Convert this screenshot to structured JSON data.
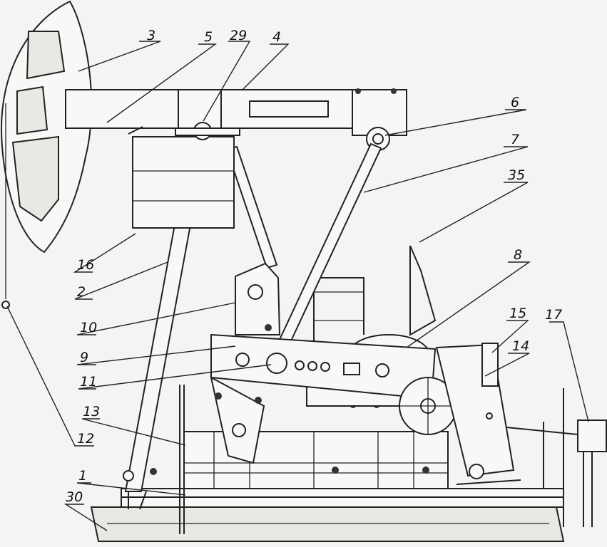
{
  "labels": {
    "l1": "1",
    "l2": "2",
    "l3": "3",
    "l4": "4",
    "l5": "5",
    "l6": "6",
    "l7": "7",
    "l8": "8",
    "l9": "9",
    "l10": "10",
    "l11": "11",
    "l12": "12",
    "l13": "13",
    "l14": "14",
    "l15": "15",
    "l16": "16",
    "l17": "17",
    "l29": "29",
    "l30": "30",
    "l35": "35"
  }
}
